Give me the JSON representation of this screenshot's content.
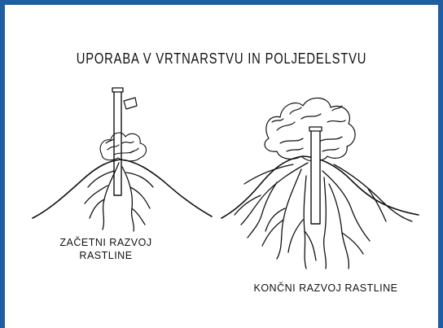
{
  "title": "UPORABA V VRTNARSTVU IN POLJEDELSTVU",
  "labels": {
    "early_line1": "ZAČETNI  RAZVOJ",
    "early_line2": "RASTLINE",
    "final": "KONČNI  RAZVOJ  RASTLINE"
  },
  "colors": {
    "frame": "#1f5fa0",
    "ink": "#111111"
  }
}
